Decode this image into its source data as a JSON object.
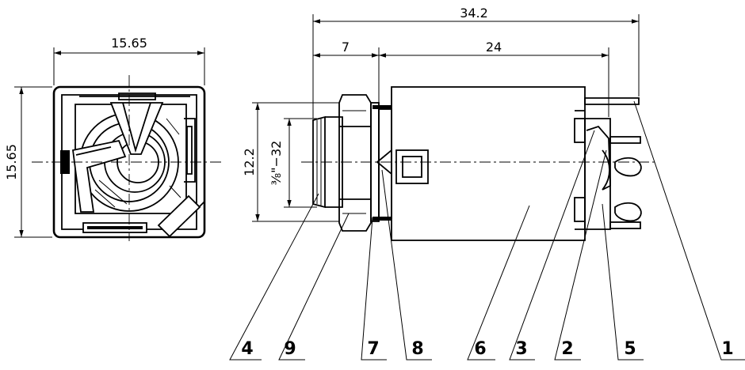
{
  "dimensions": {
    "front_width": "15.65",
    "front_height": "15.65",
    "overall_length": "34.2",
    "bushing_length": "7",
    "body_length": "24",
    "bushing_diameter": "12.2",
    "thread": "⅜\"−32"
  },
  "callouts": [
    "4",
    "9",
    "7",
    "8",
    "6",
    "3",
    "2",
    "5",
    "1"
  ]
}
